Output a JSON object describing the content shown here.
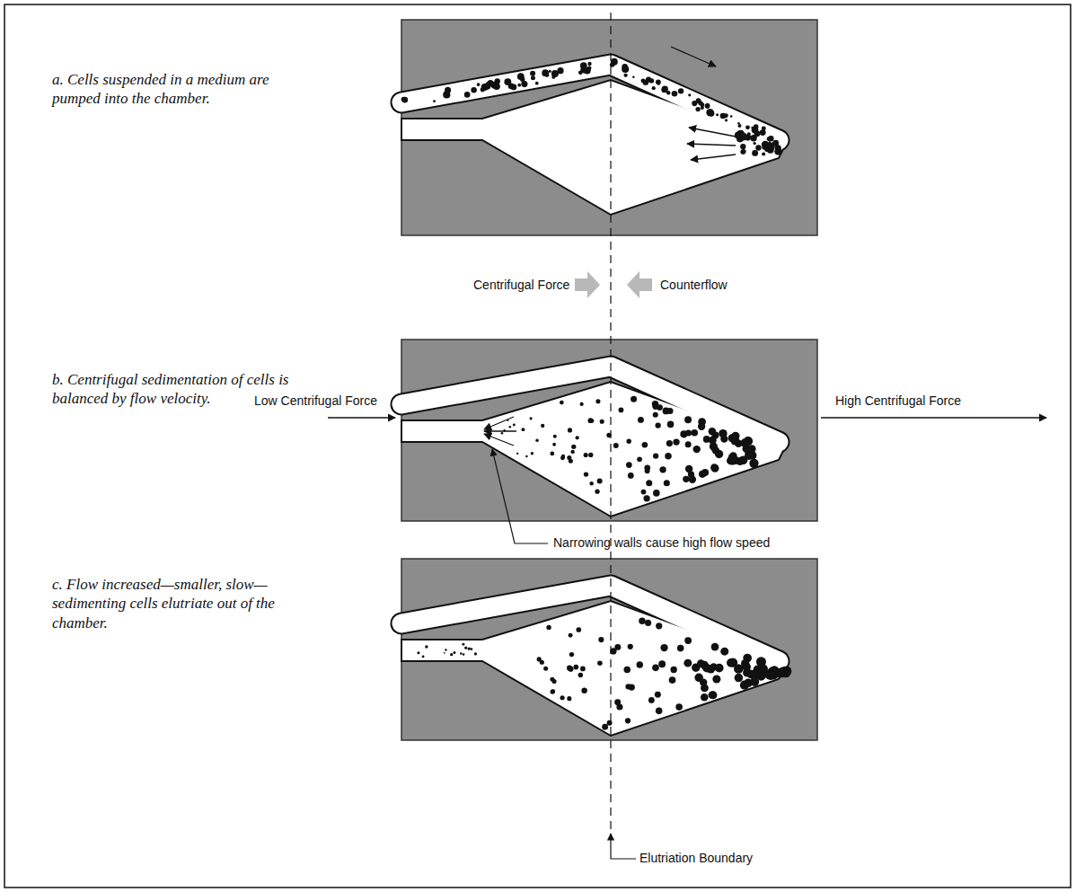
{
  "diagram": {
    "labels": [
      "a. Cells suspended in a medium are pumped into the chamber.",
      "Centrifugal Force",
      "Counterflow",
      "b. Centrifugal sedimentation of cells is balanced by flow velocity.",
      "Low Centrifugal Force",
      "High Centrifugal Force",
      "Narrowing walls cause high flow speed",
      "c. Flow increased—smaller, slow—sedimenting cells elutriate out of the chamber.",
      "Elutriation Boundary"
    ]
  }
}
